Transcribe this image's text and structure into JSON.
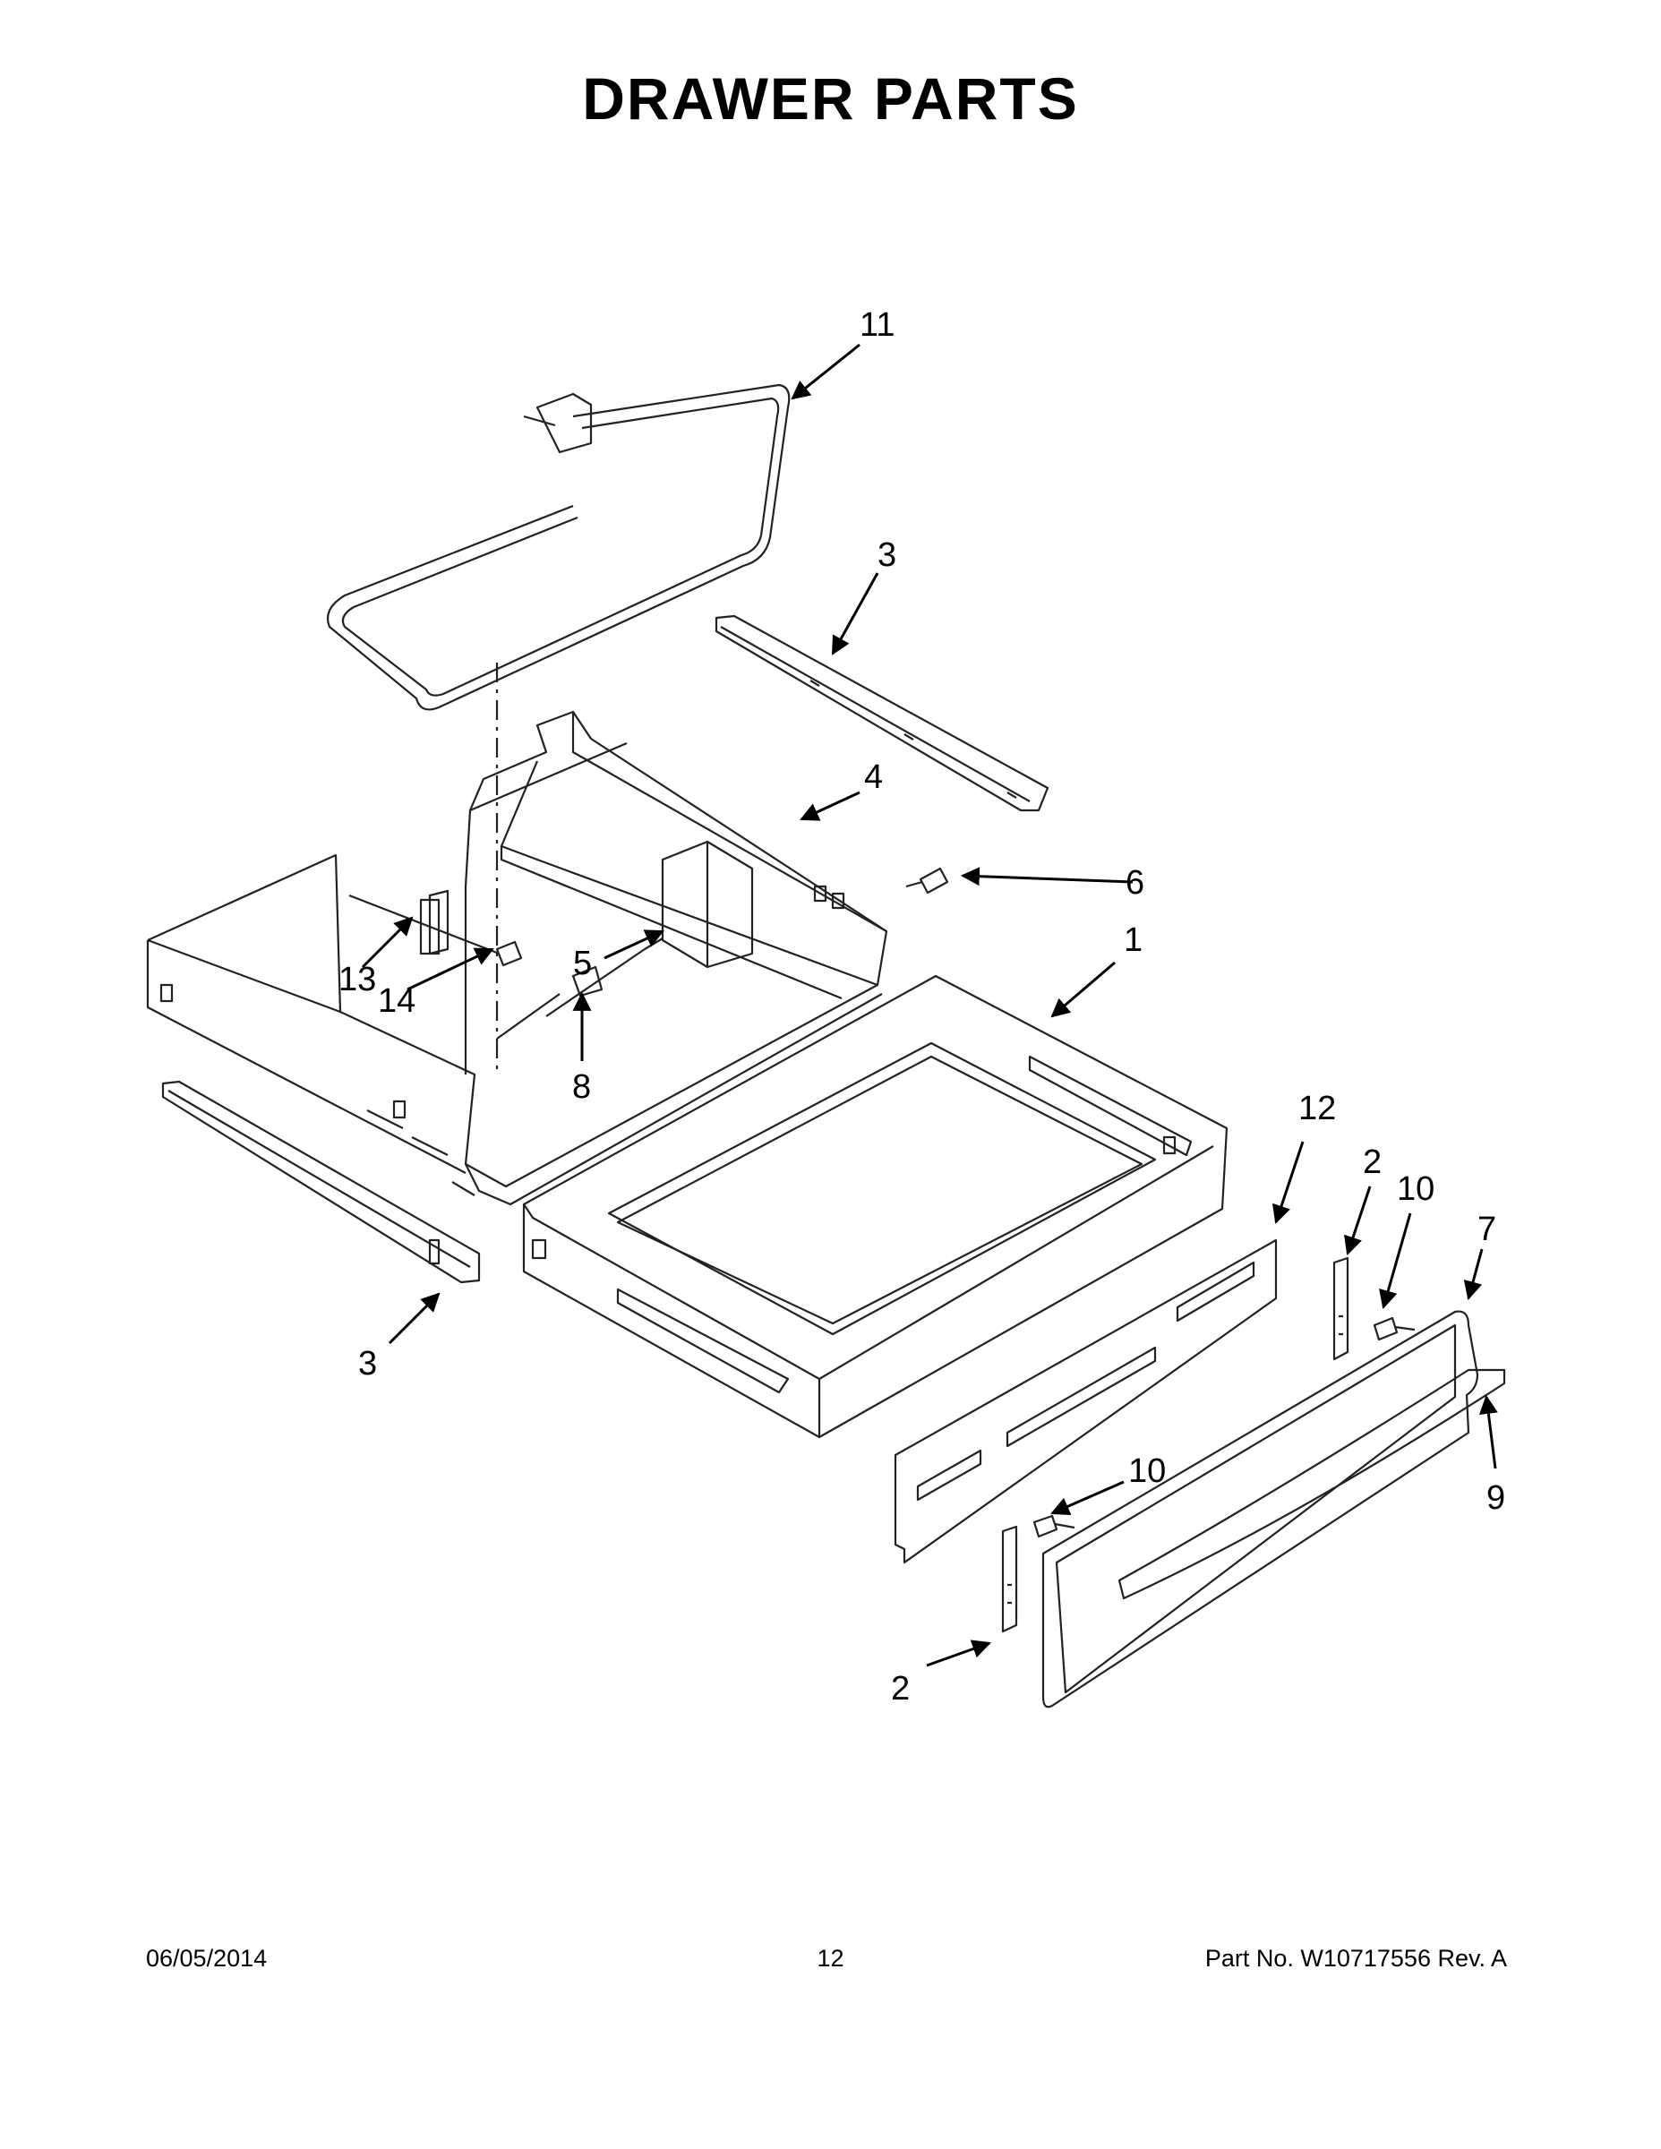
{
  "title": "DRAWER PARTS",
  "callouts": [
    {
      "id": "c11",
      "label": "11"
    },
    {
      "id": "c3a",
      "label": "3"
    },
    {
      "id": "c4",
      "label": "4"
    },
    {
      "id": "c6",
      "label": "6"
    },
    {
      "id": "c1",
      "label": "1"
    },
    {
      "id": "c5",
      "label": "5"
    },
    {
      "id": "c13",
      "label": "13"
    },
    {
      "id": "c14",
      "label": "14"
    },
    {
      "id": "c8",
      "label": "8"
    },
    {
      "id": "c12",
      "label": "12"
    },
    {
      "id": "c2a",
      "label": "2"
    },
    {
      "id": "c10a",
      "label": "10"
    },
    {
      "id": "c7",
      "label": "7"
    },
    {
      "id": "c3b",
      "label": "3"
    },
    {
      "id": "c9",
      "label": "9"
    },
    {
      "id": "c10b",
      "label": "10"
    },
    {
      "id": "c2b",
      "label": "2"
    }
  ],
  "footer": {
    "date": "06/05/2014",
    "page": "12",
    "part": "Part No.  W10717556  Rev.  A"
  }
}
